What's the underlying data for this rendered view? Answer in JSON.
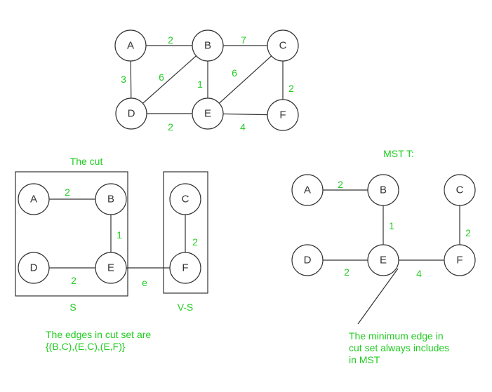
{
  "colors": {
    "stroke": "#333333",
    "label_green": "#22cc22",
    "background": "#ffffff"
  },
  "graphs": [
    {
      "id": "original-graph",
      "nodes": [
        "A",
        "B",
        "C",
        "D",
        "E",
        "F"
      ],
      "edges": [
        {
          "from": "A",
          "to": "B",
          "weight": "2"
        },
        {
          "from": "B",
          "to": "C",
          "weight": "7"
        },
        {
          "from": "A",
          "to": "D",
          "weight": "3"
        },
        {
          "from": "B",
          "to": "D",
          "weight": "6"
        },
        {
          "from": "B",
          "to": "E",
          "weight": "1"
        },
        {
          "from": "C",
          "to": "E",
          "weight": "6"
        },
        {
          "from": "C",
          "to": "F",
          "weight": "2"
        },
        {
          "from": "D",
          "to": "E",
          "weight": "2"
        },
        {
          "from": "E",
          "to": "F",
          "weight": "4"
        }
      ]
    },
    {
      "id": "cut-graph",
      "nodes": [
        "A",
        "B",
        "D",
        "E",
        "C",
        "F"
      ],
      "edges": [
        {
          "from": "A",
          "to": "B",
          "weight": "2"
        },
        {
          "from": "B",
          "to": "E",
          "weight": "1"
        },
        {
          "from": "D",
          "to": "E",
          "weight": "2"
        },
        {
          "from": "C",
          "to": "F",
          "weight": "2"
        },
        {
          "from": "E",
          "to": "F",
          "weight": "e"
        }
      ]
    },
    {
      "id": "mst-graph",
      "nodes": [
        "A",
        "B",
        "C",
        "D",
        "E",
        "F"
      ],
      "edges": [
        {
          "from": "A",
          "to": "B",
          "weight": "2"
        },
        {
          "from": "B",
          "to": "E",
          "weight": "1"
        },
        {
          "from": "C",
          "to": "F",
          "weight": "2"
        },
        {
          "from": "D",
          "to": "E",
          "weight": "2"
        },
        {
          "from": "E",
          "to": "F",
          "weight": "4"
        }
      ]
    }
  ],
  "labels": {
    "cut_title": "The cut",
    "s_label": "S",
    "vs_label": "V-S",
    "mst_title": "MST T:",
    "cut_set_line1": "The edges in cut set are",
    "cut_set_line2": "{(B,C),(E,C),(E,F)}",
    "note_line1": "The minimum edge in",
    "note_line2": "cut set always includes",
    "note_line3": "in MST"
  }
}
